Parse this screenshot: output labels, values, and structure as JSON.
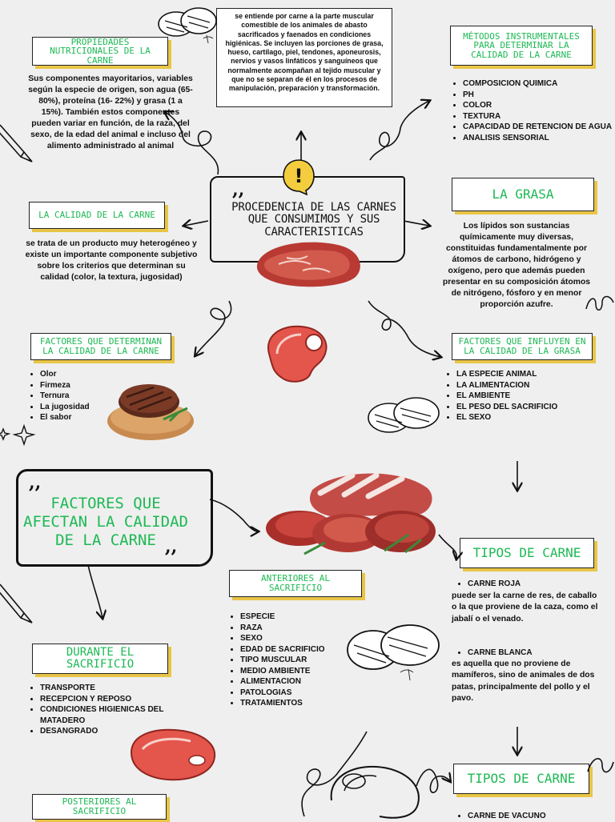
{
  "central": {
    "title": "PROCEDENCIA DE LAS CARNES QUE CONSUMIMOS Y SUS CARACTERISTICAS"
  },
  "intro": "se entiende por carne a la parte muscular comestible de los animales de abasto sacrificados y faenados en condiciones higiénicas. Se incluyen las porciones de grasa, hueso, cartílago, piel, tendones, aponeurosis, nervios y vasos linfáticos y sanguíneos que normalmente acompañan al tejido muscular y que no se separan de él en los procesos de manipulación, preparación y transformación.",
  "nutri": {
    "title": "PROPIEDADES NUTRICIONALES DE LA CARNE",
    "text": "Sus componentes mayoritarios, variables según la especie de origen, son agua (65-80%), proteína (16- 22%) y grasa (1 a 15%). También estos componentes pueden variar en función, de la raza, del sexo, de la edad del animal e incluso del alimento administrado al animal"
  },
  "metodos": {
    "title": "MÉTODOS INSTRUMENTALES PARA DETERMINAR LA CALIDAD DE LA CARNE",
    "items": [
      "COMPOSICION QUIMICA",
      "PH",
      "COLOR",
      "TEXTURA",
      "CAPACIDAD DE RETENCION DE AGUA",
      "ANALISIS SENSORIAL"
    ]
  },
  "calidad": {
    "title": "LA CALIDAD DE LA CARNE",
    "text": "se trata de un producto muy heterogéneo y existe un importante componente subjetivo sobre los criterios que determinan su calidad (color, la textura, jugosidad)"
  },
  "grasa": {
    "title": "LA GRASA",
    "text": "Los lípidos son sustancias químicamente muy diversas, constituidas fundamentalmente por átomos de carbono, hidrógeno y oxígeno, pero que además pueden presentar en su composición átomos de nitrógeno, fósforo y en menor proporción azufre."
  },
  "factores": {
    "title": "FACTORES QUE DETERMINAN LA CALIDAD DE LA CARNE",
    "items": [
      "Olor",
      "Firmeza",
      "Ternura",
      "La jugosidad",
      "El sabor"
    ]
  },
  "influyen": {
    "title": "FACTORES QUE INFLUYEN EN LA CALIDAD DE LA GRASA",
    "items": [
      "LA ESPECIE ANIMAL",
      "LA ALIMENTACION",
      "EL AMBIENTE",
      "EL PESO DEL SACRIFICIO",
      "EL SEXO"
    ]
  },
  "afectan": {
    "title": "FACTORES QUE AFECTAN LA CALIDAD DE LA CARNE"
  },
  "anteriores": {
    "title": "ANTERIORES AL SACRIFICIO",
    "items": [
      "ESPECIE",
      "RAZA",
      "SEXO",
      "EDAD DE SACRIFICIO",
      "TIPO MUSCULAR",
      "MEDIO AMBIENTE",
      "ALIMENTACION",
      "PATOLOGIAS",
      "TRATAMIENTOS"
    ]
  },
  "tipos": {
    "title": "TIPOS DE CARNE",
    "roja_label": "CARNE ROJA",
    "roja_text": "puede ser la carne de res, de caballo o la que proviene de la caza, como el jabalí o el venado.",
    "blanca_label": "CARNE BLANCA",
    "blanca_text": "es aquella que no proviene de mamíferos, sino de animales de dos patas, principalmente del pollo y el pavo."
  },
  "durante": {
    "title": "DURANTE EL SACRIFICIO",
    "items": [
      "TRANSPORTE",
      "RECEPCION Y REPOSO",
      "CONDICIONES HIGIENICAS DEL MATADERO",
      "DESANGRADO"
    ]
  },
  "tipos2": {
    "title": "TIPOS DE CARNE",
    "items": [
      "CARNE DE VACUNO"
    ]
  },
  "posteriores": {
    "title": "POSTERIORES AL SACRIFICIO"
  },
  "quotes": {
    "open": ",,",
    "close": ",,"
  },
  "exclaim": "!",
  "colors": {
    "green": "#1db954",
    "yellow": "#e8c547",
    "meat": "#c0392b"
  }
}
